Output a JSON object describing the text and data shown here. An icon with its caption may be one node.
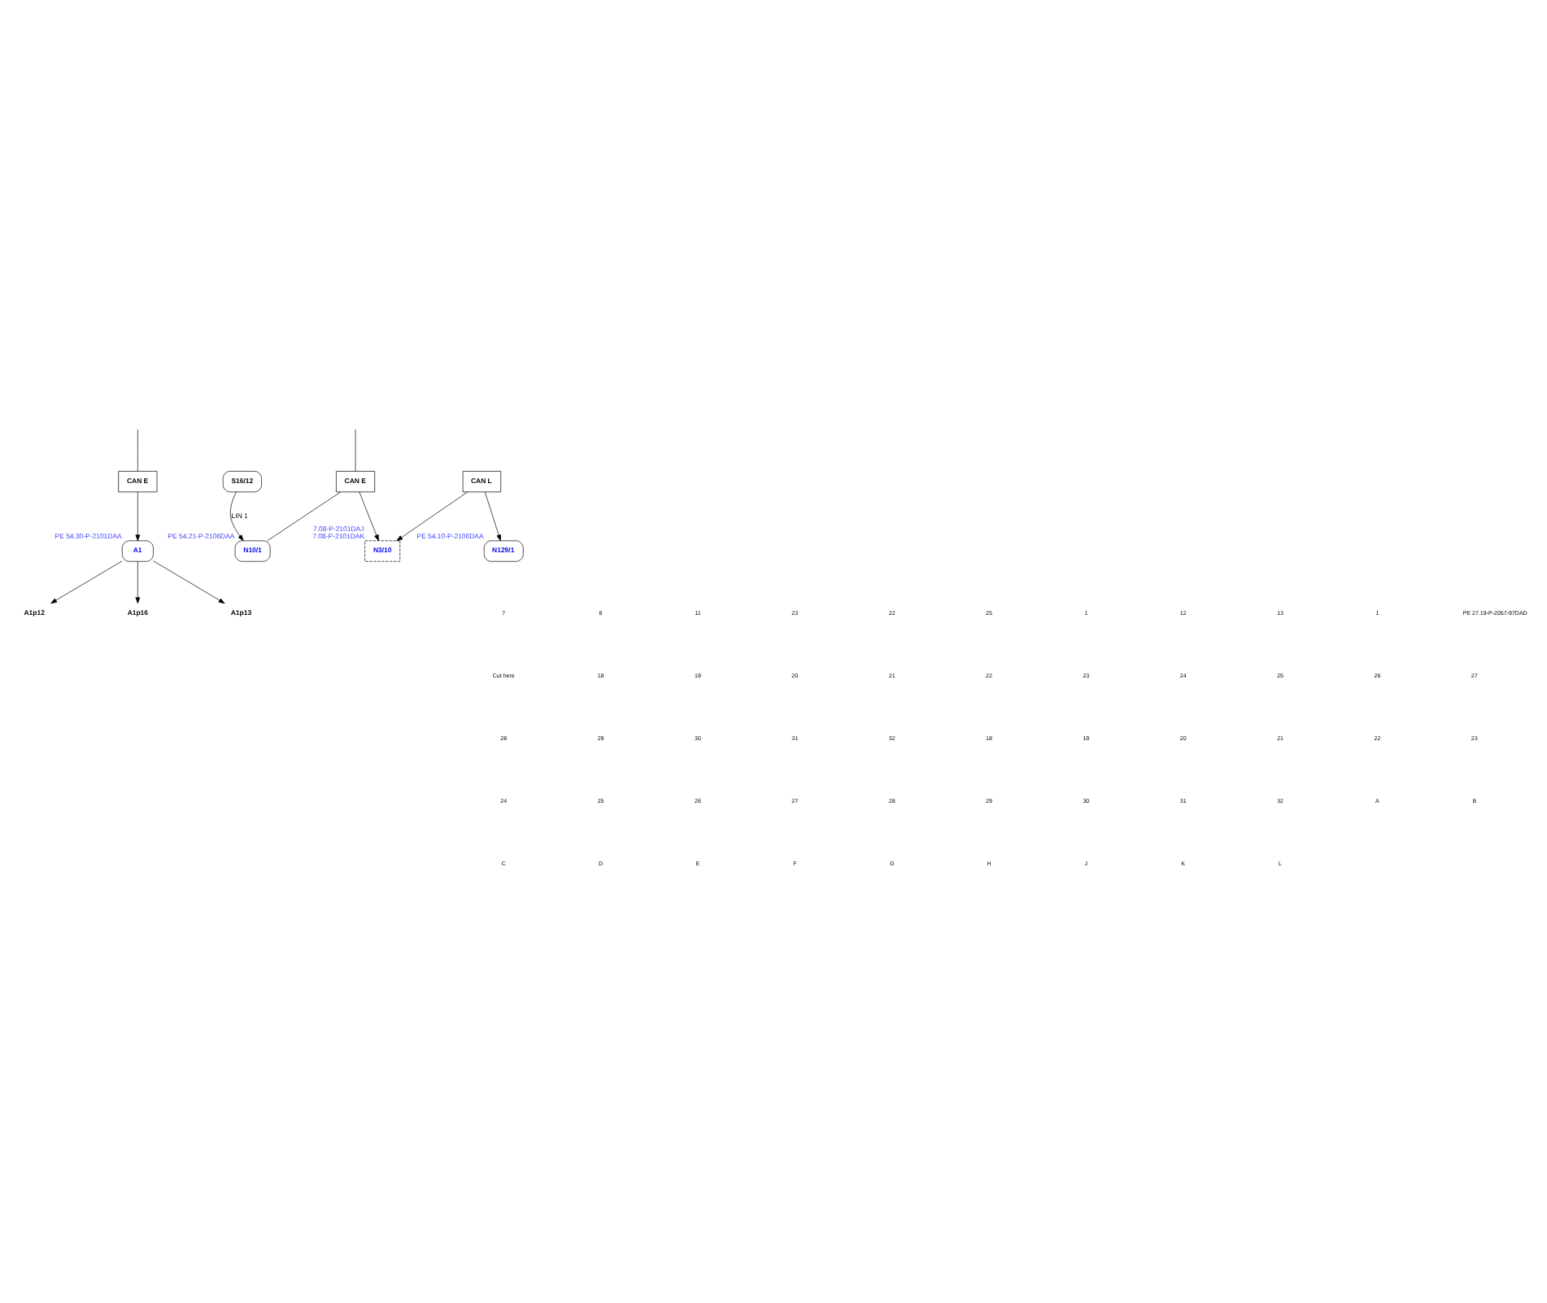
{
  "diagram": {
    "nodes": [
      {
        "text": [
          "A1"
        ],
        "beside": [
          "PE 54.30-P-2101DAA"
        ]
      },
      {
        "text": [
          "A1p12"
        ]
      },
      {
        "text": [
          "A1p16"
        ]
      },
      {
        "text": [
          "A1p13"
        ]
      },
      {
        "text": [
          "CAN E"
        ]
      },
      {
        "text": [
          "CAN E"
        ]
      },
      {
        "text": [
          "CAN L"
        ]
      },
      {
        "text": [
          "N10/1"
        ],
        "beside": [
          "PE 54.21-P-2106DAA"
        ]
      },
      {
        "text": [
          "S16/12"
        ]
      },
      {
        "text": [
          "N3/10"
        ],
        "beside": [
          "7.08-P-2101DAJ",
          "7.08-P-2101DAK"
        ]
      },
      {
        "text": [
          "N129/1"
        ],
        "beside": [
          "PE 54.10-P-2106DAA"
        ]
      }
    ],
    "edges": [
      {
        "from": 0,
        "to": 1,
        "arrow": "to"
      },
      {
        "from": 0,
        "to": 2,
        "arrow": "to"
      },
      {
        "from": 0,
        "to": 3,
        "arrow": "to"
      },
      {
        "from": null,
        "to": 4,
        "arrow": "none"
      },
      {
        "from": 4,
        "to": 0,
        "arrow": "to"
      },
      {
        "from": null,
        "to": 5,
        "arrow": "none"
      },
      {
        "from": 5,
        "to": 7,
        "arrow": "none"
      },
      {
        "from": 5,
        "to": 9,
        "arrow": "to"
      },
      {
        "from": 6,
        "to": 9,
        "arrow": "to"
      },
      {
        "from": 6,
        "to": 10,
        "arrow": "to"
      },
      {
        "from": 8,
        "to": 7,
        "arrow": "to",
        "label": "LIN 1"
      }
    ],
    "labels": [
      "7",
      "8",
      "11",
      "23",
      "22",
      "25",
      "1",
      "12",
      "13",
      "1",
      "PE 27.19-P-2057-97DAD",
      "Cut here",
      "18",
      "19",
      "20",
      "21",
      "22",
      "23",
      "24",
      "25",
      "26",
      "27",
      "28",
      "29",
      "30",
      "31",
      "32",
      "18",
      "19",
      "20",
      "21",
      "22",
      "23",
      "24",
      "25",
      "26",
      "27",
      "28",
      "29",
      "30",
      "31",
      "32",
      "A",
      "B",
      "C",
      "D",
      "E",
      "F",
      "G",
      "H",
      "J",
      "K",
      "L"
    ]
  }
}
